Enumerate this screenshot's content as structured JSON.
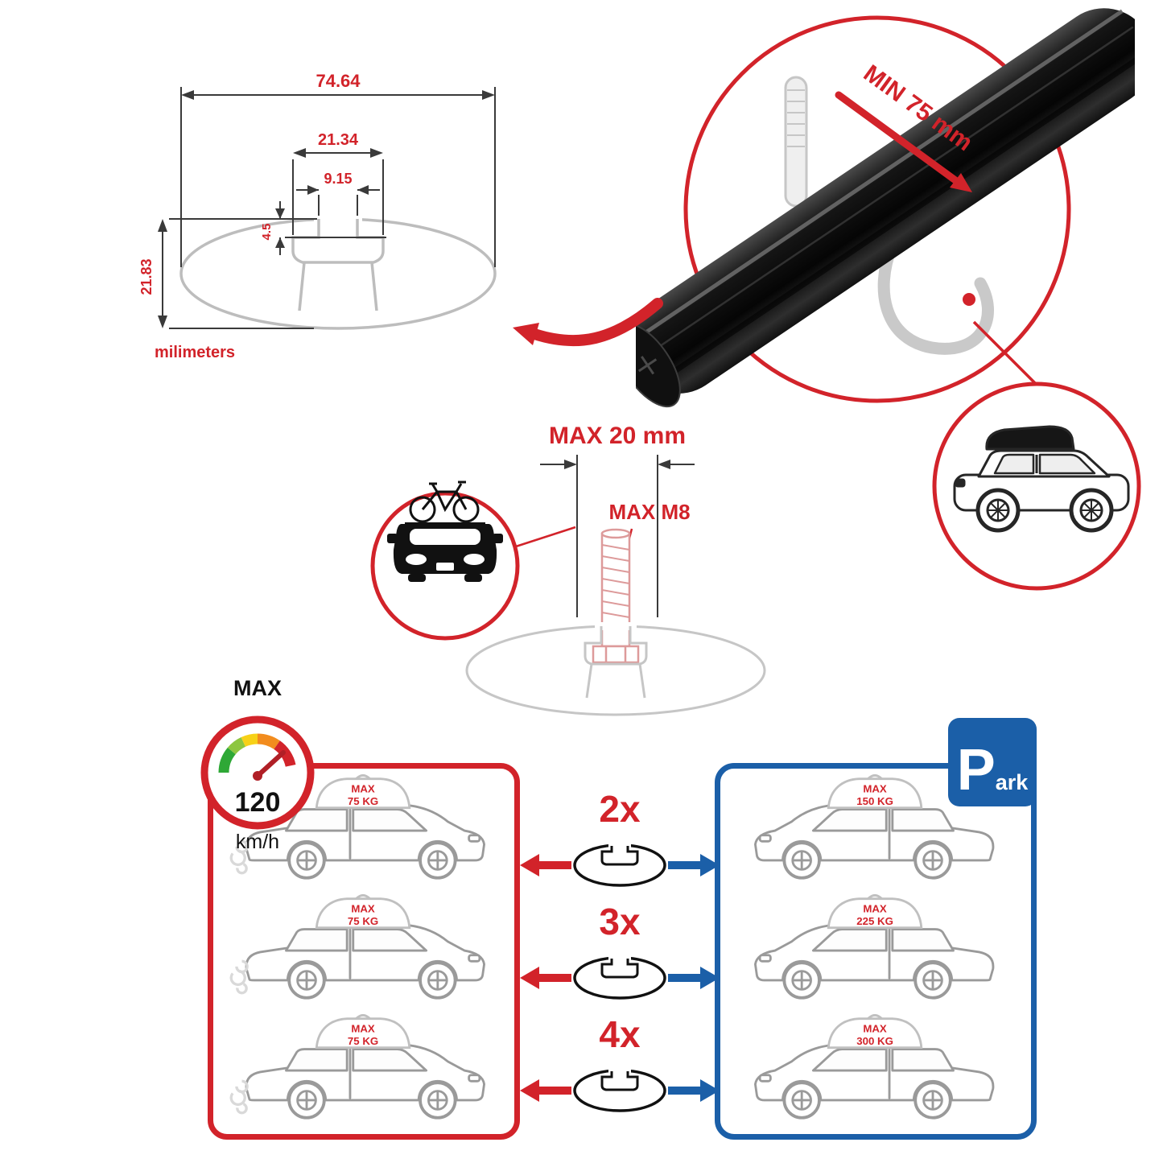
{
  "colors": {
    "red": "#d2232a",
    "blue": "#1b5fa8",
    "profile_gray": "#c6c6c6",
    "line_dark": "#3a3a3a",
    "bar_black": "#111111"
  },
  "profile_dimensions": {
    "width_total": "74.64",
    "slot_outer_width": "21.34",
    "slot_opening_width": "9.15",
    "slot_depth": "4.5",
    "height_total": "21.83",
    "units_label": "milimeters"
  },
  "clamp_note": {
    "min_span": "MIN 75 mm"
  },
  "bolt_note": {
    "max_length": "MAX 20 mm",
    "max_thread": "MAX M8"
  },
  "speed_limit": {
    "label": "MAX",
    "value": "120",
    "units": "km/h"
  },
  "park_sign": {
    "letter": "P",
    "rest": "ark"
  },
  "driving_panel": {
    "cars": [
      {
        "line1": "MAX",
        "line2": "75 KG"
      },
      {
        "line1": "MAX",
        "line2": "75 KG"
      },
      {
        "line1": "MAX",
        "line2": "75 KG"
      }
    ]
  },
  "parked_panel": {
    "cars": [
      {
        "line1": "MAX",
        "line2": "150 KG"
      },
      {
        "line1": "MAX",
        "line2": "225 KG"
      },
      {
        "line1": "MAX",
        "line2": "300 KG"
      }
    ]
  },
  "multipliers": [
    "2x",
    "3x",
    "4x"
  ],
  "icons": {
    "speedometer-icon": "gauge dial with colored arc and needle",
    "park-icon": "blue square with white P",
    "bike-car-icon": "front view car with bicycle on roof",
    "roofbox-car-icon": "SUV with black roof box",
    "crossbar-profile-icon": "elliptic crossbar cross-section with T-slot",
    "bolt-icon": "threaded T-bolt",
    "clamp-icon": "U-shaped threaded clamp",
    "arrow-left-icon": "red arrow pointing left",
    "arrow-right-icon": "blue arrow pointing right"
  }
}
